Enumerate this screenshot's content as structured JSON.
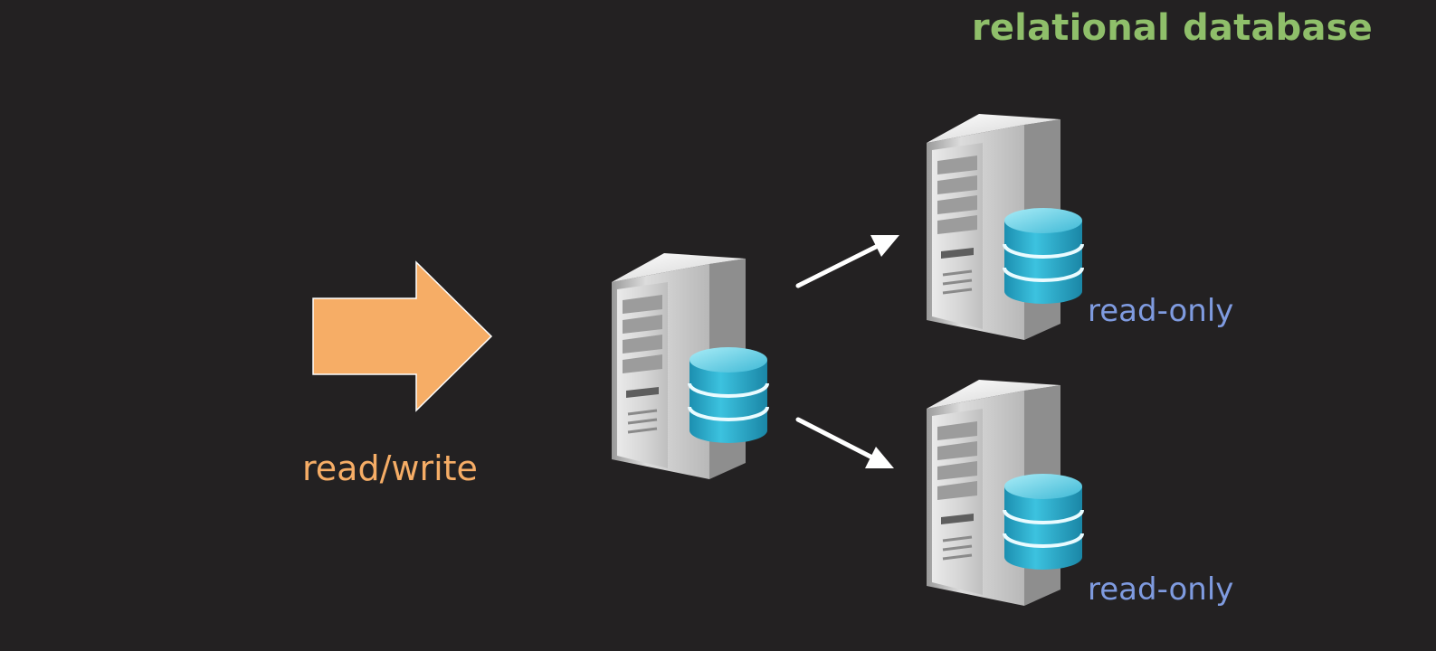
{
  "title": "relational database",
  "labels": {
    "read_write": "read/write",
    "replica_1": "read-only",
    "replica_2": "read-only"
  },
  "colors": {
    "background": "#232122",
    "title": "#8fbf6a",
    "read_write": "#f6ad66",
    "read_only": "#7f9be0",
    "input_arrow": "#f6ad66",
    "replication_arrow": "#ffffff",
    "database": "#2ab2d2"
  },
  "icons": {
    "input_arrow": "arrow-right-icon",
    "primary_server": "server-tower-icon",
    "primary_database": "database-cylinder-icon",
    "replica_server": "server-tower-icon",
    "replica_database": "database-cylinder-icon",
    "replication_arrow": "arrow-icon"
  }
}
